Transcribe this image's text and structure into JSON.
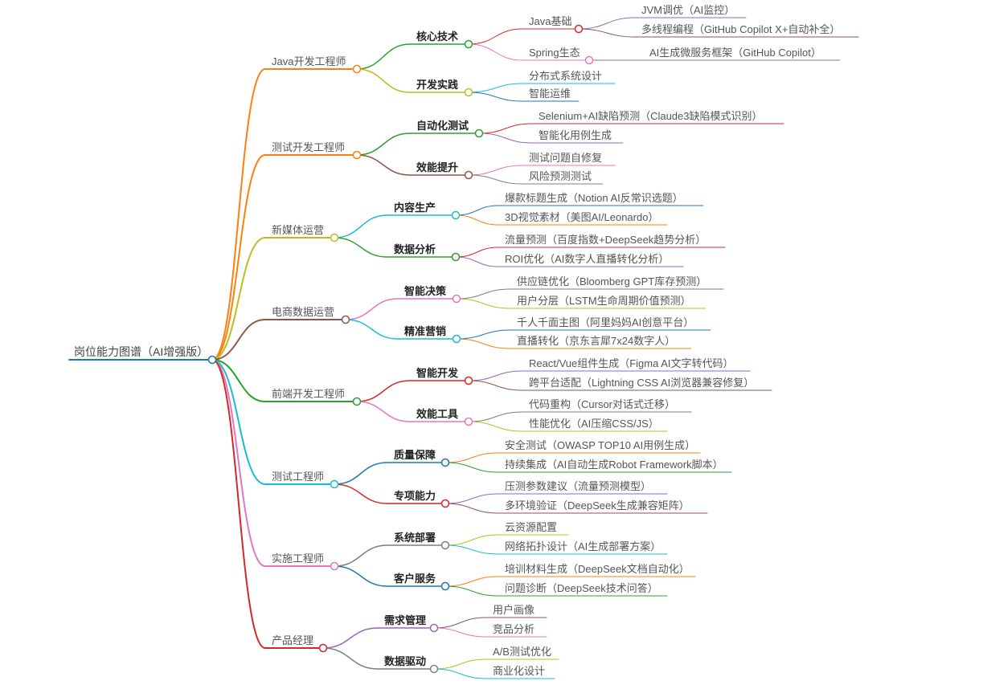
{
  "map": {
    "label": "岗位能力图谱（AI增强版）",
    "color": "#1f77b4",
    "children": [
      {
        "label": "Java开发工程师",
        "color": "#ff7f0e",
        "children": [
          {
            "label": "核心技术",
            "color": "#2ca02c",
            "children": [
              {
                "label": "Java基础",
                "color": "#d62728",
                "children": [
                  {
                    "label": "JVM调优（AI监控）",
                    "color": "#9467bd"
                  },
                  {
                    "label": "多线程编程（GitHub Copilot X+自动补全）",
                    "color": "#8c564b"
                  }
                ]
              },
              {
                "label": "Spring生态",
                "color": "#e377c2",
                "children": [
                  {
                    "label": "AI生成微服务框架（GitHub Copilot）",
                    "color": "#7f7f7f"
                  }
                ]
              }
            ]
          },
          {
            "label": "开发实践",
            "color": "#bcbd22",
            "children": [
              {
                "label": "分布式系统设计",
                "color": "#17becf"
              },
              {
                "label": "智能运维",
                "color": "#1f77b4"
              }
            ]
          }
        ]
      },
      {
        "label": "测试开发工程师",
        "color": "#ff7f0e",
        "children": [
          {
            "label": "自动化测试",
            "color": "#2ca02c",
            "children": [
              {
                "label": "Selenium+AI缺陷预测（Claude3缺陷模式识别）",
                "color": "#d62728"
              },
              {
                "label": "智能化用例生成",
                "color": "#9467bd"
              }
            ]
          },
          {
            "label": "效能提升",
            "color": "#8c564b",
            "children": [
              {
                "label": "测试问题自修复",
                "color": "#e377c2"
              },
              {
                "label": "风险预测测试",
                "color": "#7f7f7f"
              }
            ]
          }
        ]
      },
      {
        "label": "新媒体运营",
        "color": "#bcbd22",
        "children": [
          {
            "label": "内容生产",
            "color": "#17becf",
            "children": [
              {
                "label": "爆款标题生成（Notion AI反常识选题）",
                "color": "#1f77b4"
              },
              {
                "label": "3D视觉素材（美图AI/Leonardo）",
                "color": "#ff7f0e"
              }
            ]
          },
          {
            "label": "数据分析",
            "color": "#2ca02c",
            "children": [
              {
                "label": "流量预测（百度指数+DeepSeek趋势分析）",
                "color": "#d62728"
              },
              {
                "label": "ROI优化（AI数字人直播转化分析）",
                "color": "#9467bd"
              }
            ]
          }
        ]
      },
      {
        "label": "电商数据运营",
        "color": "#8c564b",
        "children": [
          {
            "label": "智能决策",
            "color": "#e377c2",
            "children": [
              {
                "label": "供应链优化（Bloomberg GPT库存预测）",
                "color": "#7f7f7f"
              },
              {
                "label": "用户分层（LSTM生命周期价值预测）",
                "color": "#bcbd22"
              }
            ]
          },
          {
            "label": "精准营销",
            "color": "#17becf",
            "children": [
              {
                "label": "千人千面主图（阿里妈妈AI创意平台）",
                "color": "#1f77b4"
              },
              {
                "label": "直播转化（京东言犀7x24数字人）",
                "color": "#ff7f0e"
              }
            ]
          }
        ]
      },
      {
        "label": "前端开发工程师",
        "color": "#2ca02c",
        "children": [
          {
            "label": "智能开发",
            "color": "#d62728",
            "children": [
              {
                "label": "React/Vue组件生成（Figma AI文字转代码）",
                "color": "#9467bd"
              },
              {
                "label": "跨平台适配（Lightning CSS AI浏览器兼容修复）",
                "color": "#8c564b"
              }
            ]
          },
          {
            "label": "效能工具",
            "color": "#e377c2",
            "children": [
              {
                "label": "代码重构（Cursor对话式迁移）",
                "color": "#7f7f7f"
              },
              {
                "label": "性能优化（AI压缩CSS/JS）",
                "color": "#bcbd22"
              }
            ]
          }
        ]
      },
      {
        "label": "测试工程师",
        "color": "#17becf",
        "children": [
          {
            "label": "质量保障",
            "color": "#1f77b4",
            "children": [
              {
                "label": "安全测试（OWASP TOP10 AI用例生成）",
                "color": "#ff7f0e"
              },
              {
                "label": "持续集成（AI自动生成Robot Framework脚本）",
                "color": "#2ca02c"
              }
            ]
          },
          {
            "label": "专项能力",
            "color": "#d62728",
            "children": [
              {
                "label": "压测参数建议（流量预测模型）",
                "color": "#9467bd"
              },
              {
                "label": "多环境验证（DeepSeek生成兼容矩阵）",
                "color": "#8c564b"
              }
            ]
          }
        ]
      },
      {
        "label": "实施工程师",
        "color": "#e377c2",
        "children": [
          {
            "label": "系统部署",
            "color": "#7f7f7f",
            "children": [
              {
                "label": "云资源配置",
                "color": "#bcbd22"
              },
              {
                "label": "网络拓扑设计（AI生成部署方案）",
                "color": "#17becf"
              }
            ]
          },
          {
            "label": "客户服务",
            "color": "#1f77b4",
            "children": [
              {
                "label": "培训材料生成（DeepSeek文档自动化）",
                "color": "#ff7f0e"
              },
              {
                "label": "问题诊断（DeepSeek技术问答）",
                "color": "#2ca02c"
              }
            ]
          }
        ]
      },
      {
        "label": "产品经理",
        "color": "#d62728",
        "children": [
          {
            "label": "需求管理",
            "color": "#9467bd",
            "children": [
              {
                "label": "用户画像",
                "color": "#8c564b"
              },
              {
                "label": "竞品分析",
                "color": "#e377c2"
              }
            ]
          },
          {
            "label": "数据驱动",
            "color": "#7f7f7f",
            "children": [
              {
                "label": "A/B测试优化",
                "color": "#bcbd22"
              },
              {
                "label": "商业化设计",
                "color": "#17becf"
              }
            ]
          }
        ]
      }
    ]
  }
}
